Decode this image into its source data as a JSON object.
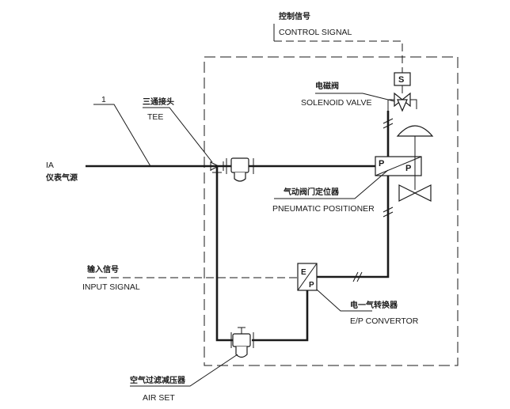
{
  "labels": {
    "control_signal_cn": "控制信号",
    "control_signal_en": "CONTROL SIGNAL",
    "solenoid_cn": "电磁阀",
    "solenoid_en": "SOLENOID VALVE",
    "tee_cn": "三通接头",
    "tee_en": "TEE",
    "line_number": "1",
    "ia": "IA",
    "ia_cn": "仪表气源",
    "positioner_cn": "气动阀门定位器",
    "positioner_en": "PNEUMATIC POSITIONER",
    "input_signal_cn": "输入信号",
    "input_signal_en": "INPUT SIGNAL",
    "ep_cn": "电一气转换器",
    "ep_en": "E/P CONVERTOR",
    "airset_cn": "空气过滤减压器",
    "airset_en": "AIR SET"
  },
  "symbols": {
    "solenoid": "S",
    "positioner_left": "P",
    "positioner_right": "P",
    "ep_top": "E",
    "ep_bottom": "P"
  }
}
